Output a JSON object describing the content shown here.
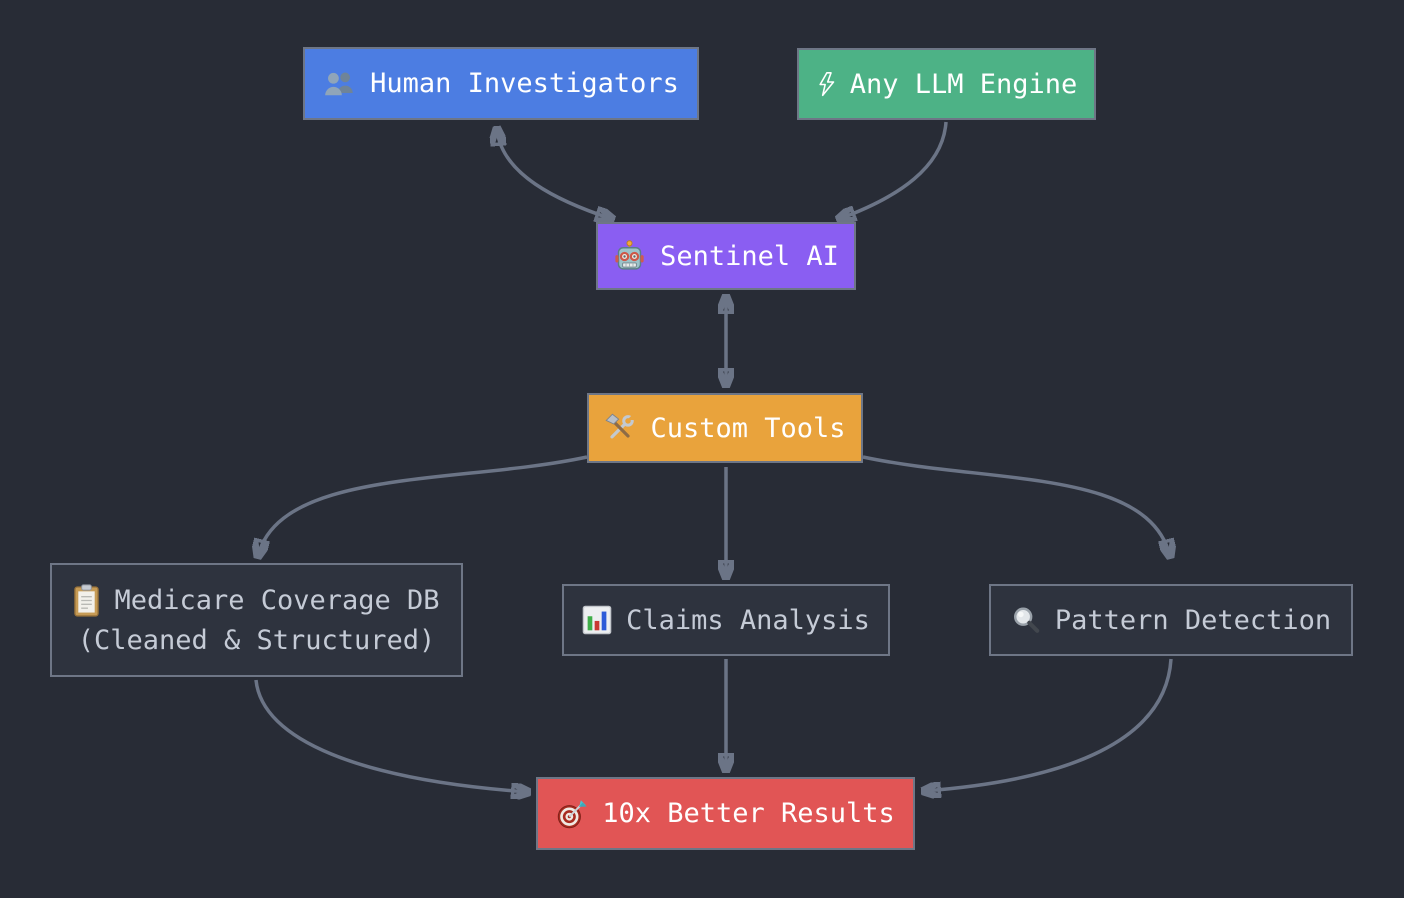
{
  "diagram": {
    "type": "flowchart",
    "orientation": "top-down"
  },
  "colors": {
    "background": "#282c36",
    "edge": "#6b7486",
    "node_border": "#6e7686",
    "human_investigators_fill": "#4c7de2",
    "any_llm_engine_fill": "#4db286",
    "sentinel_ai_fill": "#8a5ef2",
    "custom_tools_fill": "#e9a33c",
    "dark_node_fill": "#2e333e",
    "dark_node_text": "#c5cbd6",
    "results_fill": "#e15555",
    "bright_node_text": "#ffffff"
  },
  "nodes": {
    "human_investigators": {
      "label": "Human Investigators",
      "icon": "people-icon"
    },
    "any_llm_engine": {
      "label": "Any LLM Engine",
      "icon": "lightning-icon"
    },
    "sentinel_ai": {
      "label": "Sentinel AI",
      "icon": "robot-icon"
    },
    "custom_tools": {
      "label": "Custom Tools",
      "icon": "hammer-wrench-icon"
    },
    "medicare_db": {
      "label_line1": "Medicare Coverage DB",
      "label_line2": "(Cleaned & Structured)",
      "icon": "clipboard-icon"
    },
    "claims_analysis": {
      "label": "Claims Analysis",
      "icon": "bar-chart-icon"
    },
    "pattern_detection": {
      "label": "Pattern Detection",
      "icon": "magnifying-glass-icon"
    },
    "results": {
      "label": "10x Better Results",
      "icon": "target-icon"
    }
  },
  "edges": [
    {
      "from": "sentinel_ai",
      "to": "human_investigators",
      "style": "curved",
      "arrows": "both"
    },
    {
      "from": "any_llm_engine",
      "to": "sentinel_ai",
      "style": "curved",
      "arrows": "end"
    },
    {
      "from": "sentinel_ai",
      "to": "custom_tools",
      "style": "straight",
      "arrows": "both"
    },
    {
      "from": "custom_tools",
      "to": "medicare_db",
      "style": "curved",
      "arrows": "end"
    },
    {
      "from": "custom_tools",
      "to": "claims_analysis",
      "style": "straight",
      "arrows": "end"
    },
    {
      "from": "custom_tools",
      "to": "pattern_detection",
      "style": "curved",
      "arrows": "end"
    },
    {
      "from": "medicare_db",
      "to": "results",
      "style": "curved",
      "arrows": "end"
    },
    {
      "from": "claims_analysis",
      "to": "results",
      "style": "straight",
      "arrows": "end"
    },
    {
      "from": "pattern_detection",
      "to": "results",
      "style": "curved",
      "arrows": "end"
    }
  ]
}
